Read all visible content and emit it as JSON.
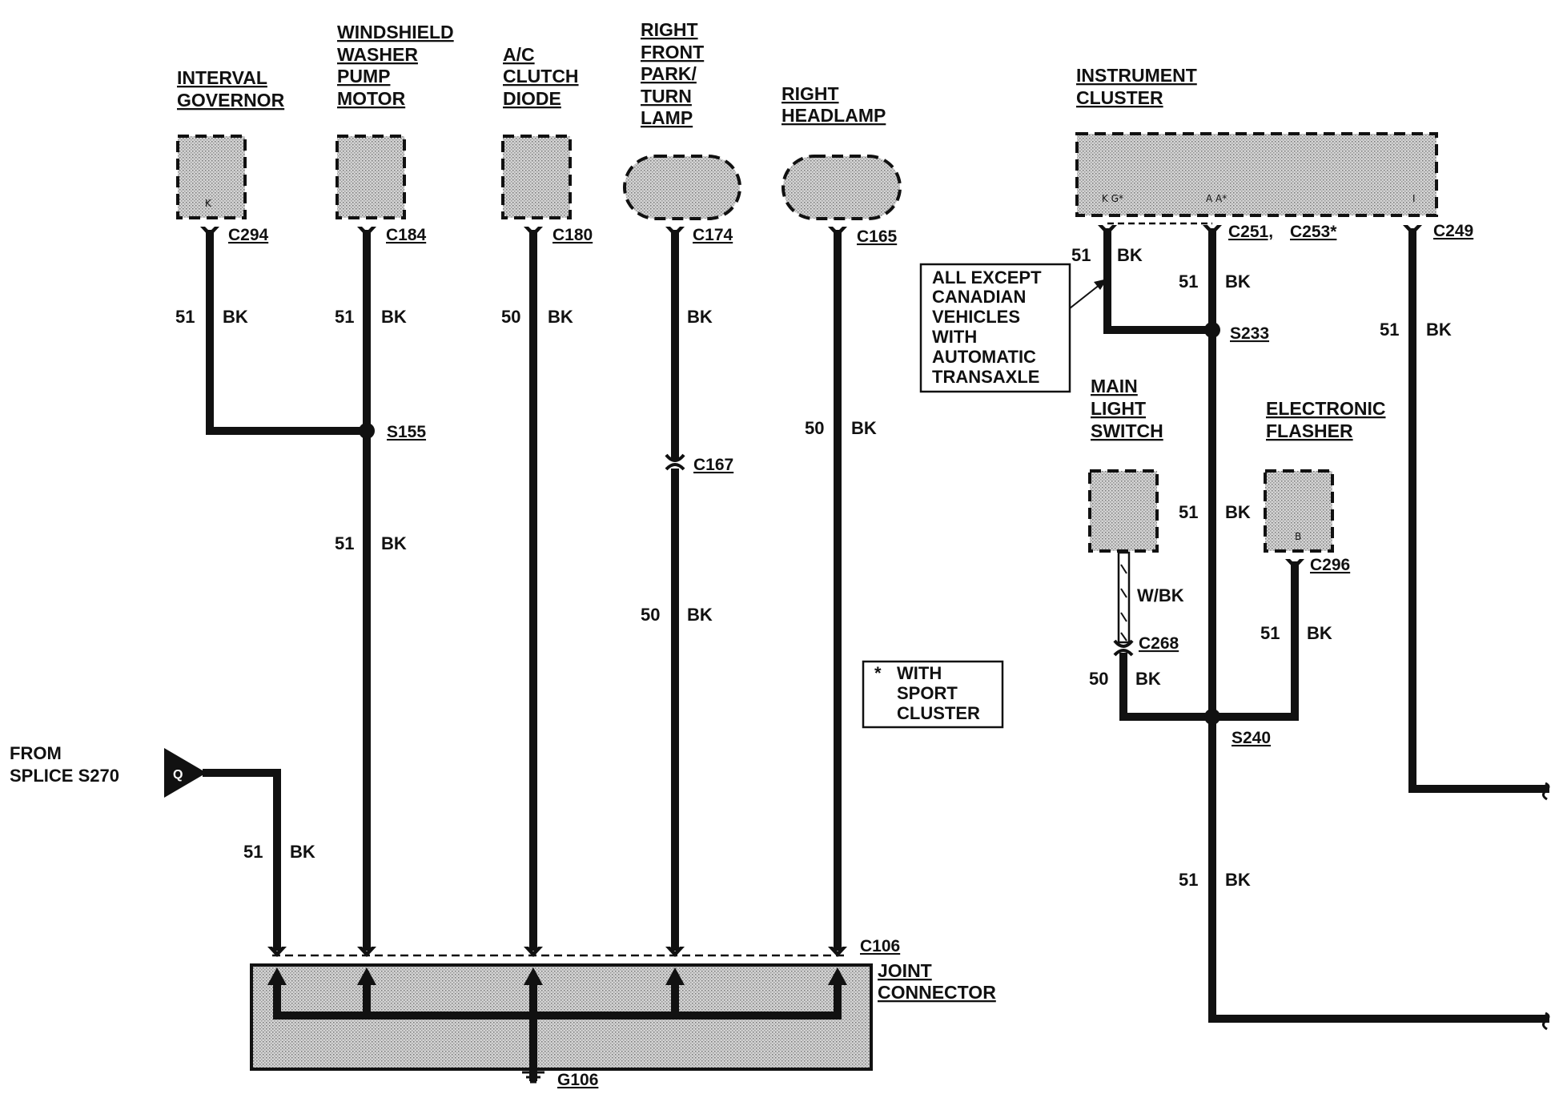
{
  "components": {
    "interval_governor": {
      "title": [
        "INTERVAL",
        "GOVERNOR"
      ],
      "pin": "K",
      "connector": "C294"
    },
    "washer_pump": {
      "title": [
        "WINDSHIELD",
        "WASHER",
        "PUMP",
        "MOTOR"
      ],
      "connector": "C184"
    },
    "ac_clutch_diode": {
      "title": [
        "A/C",
        "CLUTCH",
        "DIODE"
      ],
      "connector": "C180"
    },
    "right_front_park_lamp": {
      "title": [
        "RIGHT",
        "FRONT",
        "PARK/",
        "TURN",
        "LAMP"
      ],
      "connector": "C174",
      "inline_connector": "C167"
    },
    "right_headlamp": {
      "title": [
        "RIGHT",
        "HEADLAMP"
      ],
      "connector": "C165"
    },
    "instrument_cluster": {
      "title": [
        "INSTRUMENT",
        "CLUSTER"
      ],
      "pins": [
        "K G*",
        "A A*",
        "I"
      ],
      "connectors": [
        "C251,",
        "C253*"
      ],
      "connector_right": "C249"
    },
    "main_light_switch": {
      "title": [
        "MAIN",
        "LIGHT",
        "SWITCH"
      ],
      "inline_connector": "C268"
    },
    "electronic_flasher": {
      "title": [
        "ELECTRONIC",
        "FLASHER"
      ],
      "pin": "B",
      "connector": "C296"
    },
    "joint_connector": {
      "title": [
        "JOINT",
        "CONNECTOR"
      ],
      "connector": "C106",
      "ground": "G106"
    }
  },
  "splices": [
    "S155",
    "S233",
    "S240"
  ],
  "wire_labels": {
    "governor": {
      "circuit": "51",
      "color": "BK"
    },
    "pump_upper": {
      "circuit": "51",
      "color": "BK"
    },
    "pump_lower": {
      "circuit": "51",
      "color": "BK"
    },
    "diode": {
      "circuit": "50",
      "color": "BK"
    },
    "park_upper": {
      "circuit": "",
      "color": "BK"
    },
    "park_lower": {
      "circuit": "50",
      "color": "BK"
    },
    "headlamp": {
      "circuit": "50",
      "color": "BK"
    },
    "splice_in": {
      "circuit": "51",
      "color": "BK"
    },
    "cluster_kg": {
      "circuit": "51",
      "color": "BK"
    },
    "cluster_a": {
      "circuit": "51",
      "color": "BK"
    },
    "cluster_right": {
      "circuit": "51",
      "color": "BK"
    },
    "trunk_mid": {
      "circuit": "51",
      "color": "BK"
    },
    "trunk_low": {
      "circuit": "51",
      "color": "BK"
    },
    "switch_wbk": {
      "circuit": "",
      "color": "W/BK"
    },
    "switch_bk": {
      "circuit": "50",
      "color": "BK"
    },
    "flasher": {
      "circuit": "51",
      "color": "BK"
    }
  },
  "from_splice": {
    "lines": [
      "FROM",
      "SPLICE S270"
    ],
    "tag": "Q"
  },
  "notes": {
    "canadian": [
      "ALL EXCEPT",
      "CANADIAN",
      "VEHICLES",
      "WITH",
      "AUTOMATIC",
      "TRANSAXLE"
    ],
    "sport": {
      "marker": "*",
      "lines": [
        "WITH",
        "SPORT",
        "CLUSTER"
      ]
    }
  }
}
